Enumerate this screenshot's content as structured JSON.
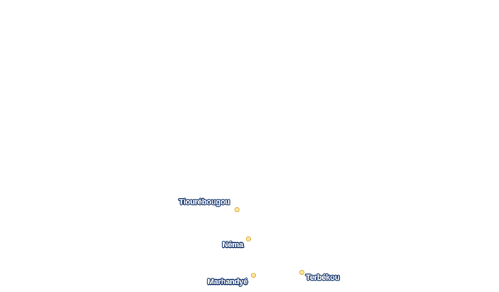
{
  "map": {
    "places": [
      {
        "name": "Tiourébougou",
        "marker_color": "#fde9a4",
        "marker_stroke": "#d9a933"
      },
      {
        "name": "Néma",
        "marker_color": "#fde9a4",
        "marker_stroke": "#d9a933"
      },
      {
        "name": "Marhandyé",
        "marker_color": "#fde9a4",
        "marker_stroke": "#d9a933"
      },
      {
        "name": "Terbékou",
        "marker_color": "#fde9a4",
        "marker_stroke": "#d9a933"
      }
    ],
    "label_color": "#ffffff",
    "label_halo_color": "#2d4a7c",
    "background_color": "#ffffff"
  }
}
